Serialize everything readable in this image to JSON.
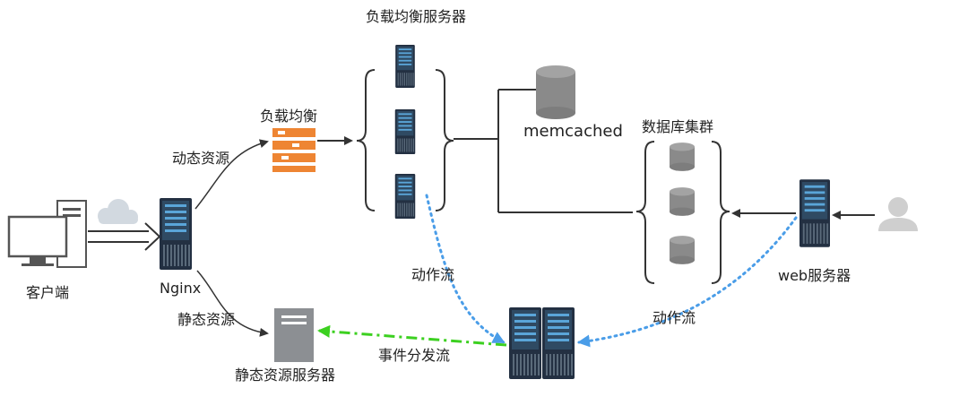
{
  "labels": {
    "lb_servers_title": "负载均衡服务器",
    "load_balancer": "负载均衡",
    "memcached": "memcached",
    "db_cluster": "数据库集群",
    "dynamic_resources": "动态资源",
    "client": "客户端",
    "nginx": "Nginx",
    "static_resources": "静态资源",
    "static_server": "静态资源服务器",
    "action_flow_left": "动作流",
    "action_flow_right": "动作流",
    "event_flow": "事件分发流",
    "web_server": "web服务器"
  },
  "colors": {
    "server_dark": "#233042",
    "server_panel": "#2f4a63",
    "server_stripe": "#5aa5d8",
    "lb_orange": "#ee8533",
    "cloud": "#d2d9e0",
    "db_gray": "#8a8a8a",
    "static_box": "#8c8f93",
    "line_dark": "#333333",
    "flow_blue": "#4a9de8",
    "flow_green": "#3cd020",
    "user_gray": "#cfcfcf"
  },
  "icons": {
    "client": "desktop-computer-icon",
    "cloud": "cloud-icon",
    "server": "rack-server-icon",
    "load_balancer": "load-balancer-icon",
    "database": "database-cylinder-icon",
    "static_server": "static-file-server-icon",
    "user": "user-person-icon"
  }
}
